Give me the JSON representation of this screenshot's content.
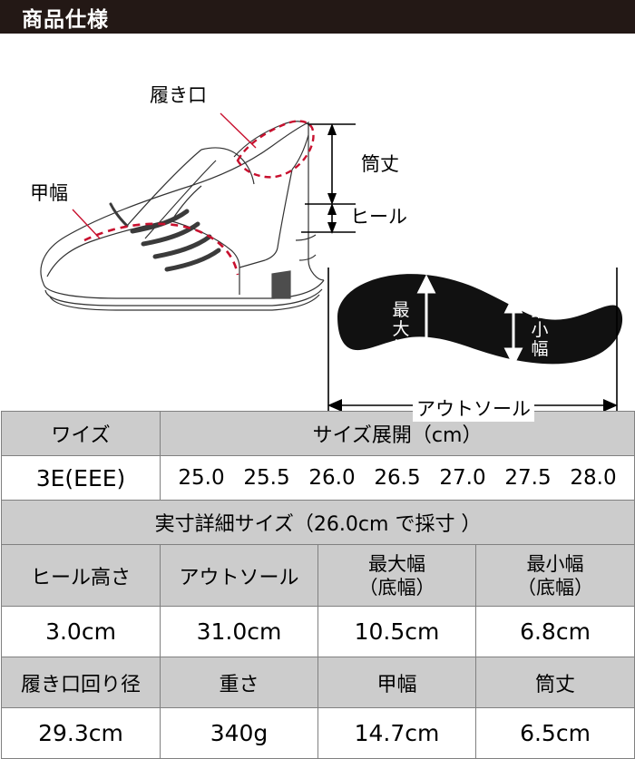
{
  "header": {
    "title": "商品仕様"
  },
  "diagram": {
    "side_view_labels": {
      "opening": "履き口",
      "instep_width": "甲幅",
      "shaft_height": "筒丈",
      "heel": "ヒール"
    },
    "sole_view_labels": {
      "max_width": "最大幅",
      "min_width": "最小幅",
      "outsole": "アウトソール"
    }
  },
  "table": {
    "width_header": "ワイズ",
    "size_range_header": "サイズ展開（cm）",
    "width_value": "3E(EEE)",
    "sizes": [
      "25.0",
      "25.5",
      "26.0",
      "26.5",
      "27.0",
      "27.5",
      "28.0"
    ],
    "actual_size_header": "実寸詳細サイズ（26.0cm で採寸 ）",
    "rows": [
      {
        "headers": [
          "ヒール高さ",
          "アウトソール",
          "最大幅\n（底幅）",
          "最小幅\n（底幅）"
        ],
        "values": [
          "3.0cm",
          "31.0cm",
          "10.5cm",
          "6.8cm"
        ]
      },
      {
        "headers": [
          "履き口回り径",
          "重さ",
          "甲幅",
          "筒丈"
        ],
        "values": [
          "29.3cm",
          "340g",
          "14.7cm",
          "6.5cm"
        ]
      }
    ],
    "measure_headers": {
      "heel_height": "ヒール高さ",
      "outsole": "アウトソール",
      "max_width_l1": "最大幅",
      "max_width_l2": "（底幅）",
      "min_width_l1": "最小幅",
      "min_width_l2": "（底幅）",
      "opening_circ": "履き口回り径",
      "weight": "重さ",
      "instep_width": "甲幅",
      "shaft_height": "筒丈"
    },
    "measure_values": {
      "heel_height": "3.0cm",
      "outsole": "31.0cm",
      "max_width": "10.5cm",
      "min_width": "6.8cm",
      "opening_circ": "29.3cm",
      "weight": "340g",
      "instep_width": "14.7cm",
      "shaft_height": "6.5cm"
    }
  },
  "colors": {
    "header_bg": "#231815",
    "table_header_bg": "#cccccc",
    "border": "#808080",
    "annotation_red": "#c8102e",
    "sole_fill": "#111111"
  }
}
